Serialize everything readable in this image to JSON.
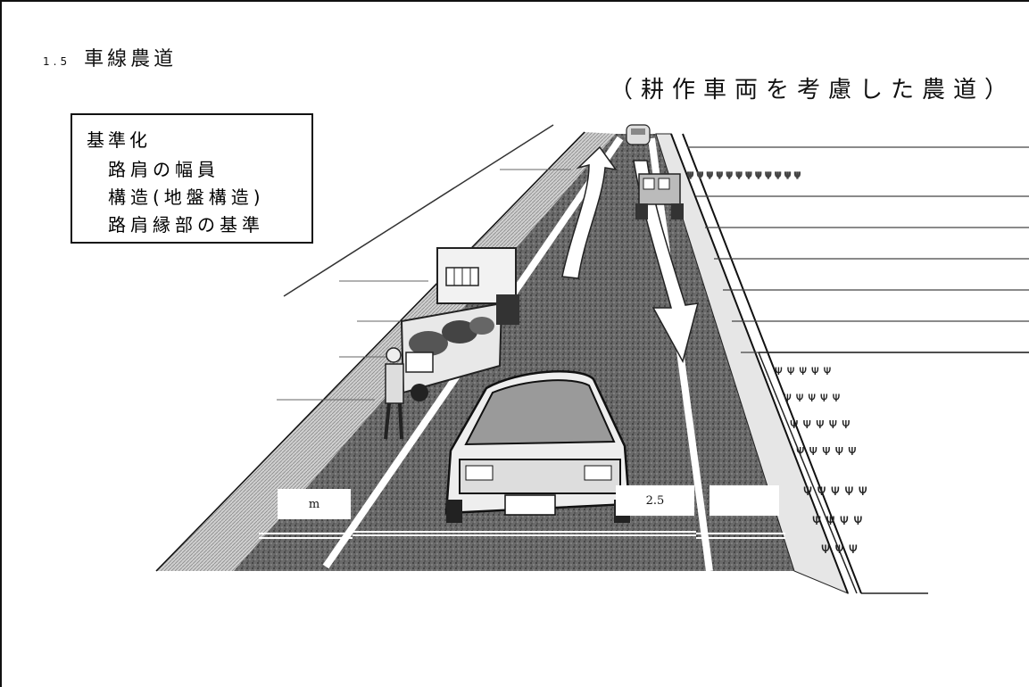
{
  "title": {
    "number": "1.5",
    "text": "車線農道"
  },
  "subtitle": "（耕作車両を考慮した農道）",
  "standards_box": {
    "heading": "基準化",
    "items": [
      "路肩の幅員",
      "構造(地盤構造)",
      "路肩縁部の基準"
    ]
  },
  "dimensions": {
    "left_label": "m",
    "right_label": "2.5",
    "far_right_label": ""
  }
}
